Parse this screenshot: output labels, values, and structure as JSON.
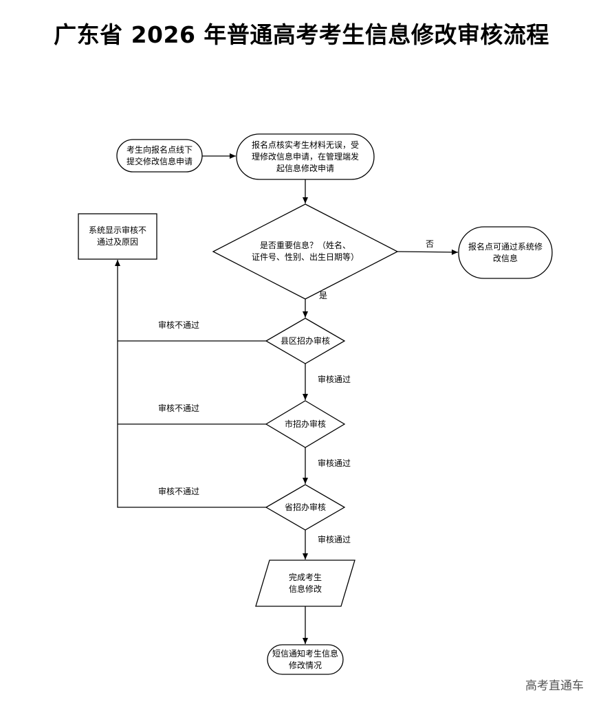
{
  "title": "广东省 2026 年普通高考考生信息修改审核流程",
  "nodes": {
    "start": "考生向报名点线下\n提交修改信息申请",
    "verify": "报名点核实考生材料无误，受\n理修改信息申请，在管理端发\n起信息修改申请",
    "important": "是否重要信息？（姓名、\n证件号、性别、出生日期等）",
    "direct_modify": "报名点可通过系统修\n改信息",
    "show_fail": "系统显示审核不\n通过及原因",
    "county": "县区招办审核",
    "city": "市招办审核",
    "province": "省招办审核",
    "complete": "完成考生\n信息修改",
    "sms": "短信通知考生信息\n修改情况"
  },
  "edge_labels": {
    "no": "否",
    "yes": "是",
    "fail_1": "审核不通过",
    "fail_2": "审核不通过",
    "fail_3": "审核不通过",
    "pass_1": "审核通过",
    "pass_2": "审核通过",
    "pass_3": "审核通过"
  },
  "watermark": "高考直通车"
}
